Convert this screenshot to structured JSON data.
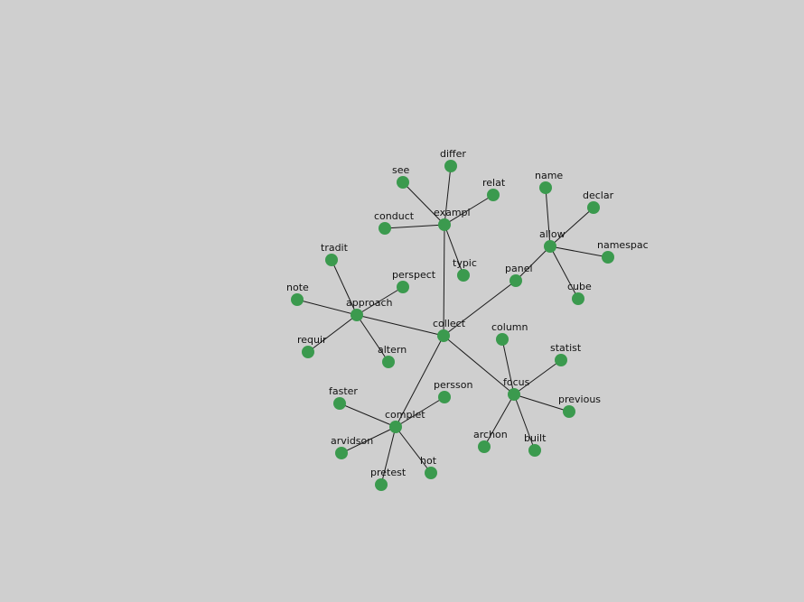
{
  "colors": {
    "background": "#cfcfcf",
    "node": "#3b9a4e",
    "edge": "#1a1a1a",
    "label": "#111111"
  },
  "graph": {
    "nodes": [
      {
        "id": "collect",
        "label": "collect"
      },
      {
        "id": "exampl",
        "label": "exampl"
      },
      {
        "id": "approach",
        "label": "approach"
      },
      {
        "id": "complet",
        "label": "complet"
      },
      {
        "id": "focus",
        "label": "focus"
      },
      {
        "id": "panel",
        "label": "panel"
      },
      {
        "id": "allow",
        "label": "allow"
      },
      {
        "id": "differ",
        "label": "differ"
      },
      {
        "id": "see",
        "label": "see"
      },
      {
        "id": "relat",
        "label": "relat"
      },
      {
        "id": "conduct",
        "label": "conduct"
      },
      {
        "id": "typic",
        "label": "typic"
      },
      {
        "id": "name",
        "label": "name"
      },
      {
        "id": "declar",
        "label": "declar"
      },
      {
        "id": "namespac",
        "label": "namespac"
      },
      {
        "id": "cube",
        "label": "cube"
      },
      {
        "id": "tradit",
        "label": "tradit"
      },
      {
        "id": "perspect",
        "label": "perspect"
      },
      {
        "id": "note",
        "label": "note"
      },
      {
        "id": "requir",
        "label": "requir"
      },
      {
        "id": "altern",
        "label": "altern"
      },
      {
        "id": "column",
        "label": "column"
      },
      {
        "id": "statist",
        "label": "statist"
      },
      {
        "id": "previous",
        "label": "previous"
      },
      {
        "id": "archon",
        "label": "archon"
      },
      {
        "id": "built",
        "label": "built"
      },
      {
        "id": "faster",
        "label": "faster"
      },
      {
        "id": "persson",
        "label": "persson"
      },
      {
        "id": "arvidson",
        "label": "arvidson"
      },
      {
        "id": "pretest",
        "label": "pretest"
      },
      {
        "id": "hot",
        "label": "hot"
      }
    ],
    "edges": [
      [
        "collect",
        "exampl"
      ],
      [
        "collect",
        "approach"
      ],
      [
        "collect",
        "complet"
      ],
      [
        "collect",
        "focus"
      ],
      [
        "collect",
        "panel"
      ],
      [
        "panel",
        "allow"
      ],
      [
        "exampl",
        "differ"
      ],
      [
        "exampl",
        "see"
      ],
      [
        "exampl",
        "relat"
      ],
      [
        "exampl",
        "conduct"
      ],
      [
        "exampl",
        "typic"
      ],
      [
        "allow",
        "name"
      ],
      [
        "allow",
        "declar"
      ],
      [
        "allow",
        "namespac"
      ],
      [
        "allow",
        "cube"
      ],
      [
        "approach",
        "tradit"
      ],
      [
        "approach",
        "perspect"
      ],
      [
        "approach",
        "note"
      ],
      [
        "approach",
        "requir"
      ],
      [
        "approach",
        "altern"
      ],
      [
        "focus",
        "column"
      ],
      [
        "focus",
        "statist"
      ],
      [
        "focus",
        "previous"
      ],
      [
        "focus",
        "archon"
      ],
      [
        "focus",
        "built"
      ],
      [
        "complet",
        "faster"
      ],
      [
        "complet",
        "persson"
      ],
      [
        "complet",
        "arvidson"
      ],
      [
        "complet",
        "pretest"
      ],
      [
        "complet",
        "hot"
      ]
    ]
  }
}
